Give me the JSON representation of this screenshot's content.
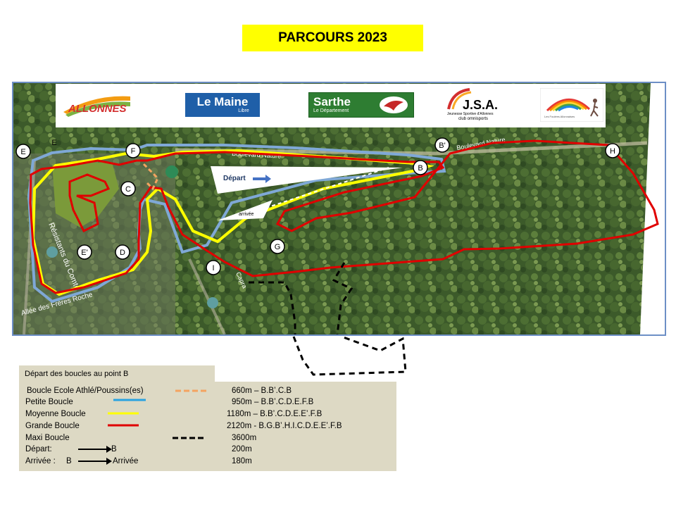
{
  "title": "PARCOURS 2023",
  "logos": {
    "allonnes": "ALLONNES",
    "le_maine": "Le Maine",
    "le_maine_sub": "Libre",
    "sarthe": "Sarthe",
    "sarthe_sub": "Le Département",
    "jsa": "J.S.A.",
    "jsa_sub1": "Jeunesse Sportive d'Allonnes",
    "jsa_sub2": "club omnisports",
    "rainbow_sub": "Les Foulées Allonnaises"
  },
  "map": {
    "road_labels": {
      "boulevard_nature": "Boulevard Nature",
      "rue_basse": "Boulevard Nature",
      "resistants": "Résistants du Comte",
      "freres": "Allée des Frères Roche",
      "capra": "Capra"
    },
    "points": {
      "E": "E",
      "E_top": "E",
      "F": "F",
      "C": "C",
      "D": "D",
      "E_prime": "E'",
      "B_prime": "B'",
      "B": "B",
      "H": "H",
      "G": "G",
      "I": "I"
    },
    "depart_label": "Départ",
    "arrivee_label": "arrivée"
  },
  "legend": {
    "header": "Départ des boucles au point B",
    "rows": [
      {
        "name": "Boucle Ecole Athlé/Poussins(es)",
        "distance": "660m – B.B’.C.B",
        "color": "#f4a460",
        "style": "dashed"
      },
      {
        "name": "Petite Boucle",
        "distance": "950m – B.B’.C.D.E.F.B",
        "color": "#29a3e0",
        "style": "solid"
      },
      {
        "name": "Moyenne Boucle",
        "distance": "1180m – B.B’.C.D.E.E’.F.B",
        "color": "#ffff00",
        "style": "solid"
      },
      {
        "name": "Grande Boucle",
        "distance": "2120m  - B.G.B’.H.I.C.D.E.E’.F.B",
        "color": "#e00000",
        "style": "solid"
      },
      {
        "name": "Maxi Boucle",
        "distance": "3600m",
        "color": "#000000",
        "style": "dashed"
      },
      {
        "name": "Départ:",
        "arrow_end": "B",
        "distance": "200m"
      },
      {
        "name": "Arrivée :",
        "arrow_start": "B",
        "arrow_end": "Arrivée",
        "distance": "180m"
      }
    ]
  }
}
